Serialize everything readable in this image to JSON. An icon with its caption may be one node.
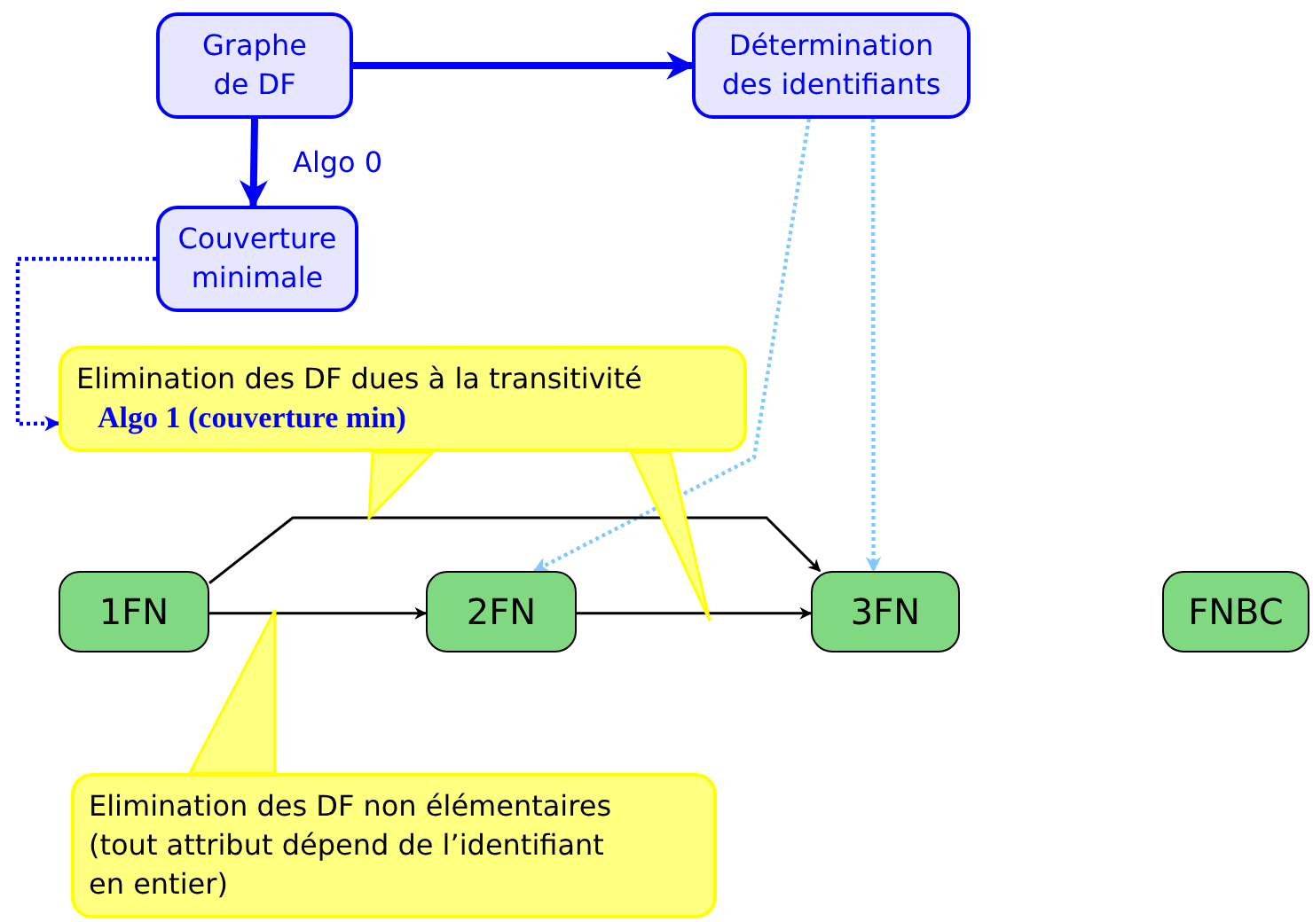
{
  "diagram": {
    "nodes": [
      {
        "text": [
          "Graphe de DF"
        ]
      },
      {
        "text": [
          "Détermination des identifiants"
        ]
      },
      {
        "text": [
          "Couverture minimale"
        ]
      },
      {
        "text": [
          "Elimination des DF dues à la transitivité",
          "Algo 1 (couverture min)"
        ]
      },
      {
        "text": [
          "1FN"
        ]
      },
      {
        "text": [
          "2FN"
        ]
      },
      {
        "text": [
          "3FN"
        ]
      },
      {
        "text": [
          "FNBC"
        ]
      },
      {
        "text": [
          "Elimination des DF non élémentaires (tout attribut dépend de l’identifiant en entier)"
        ]
      }
    ],
    "edges": [
      {
        "from": 0,
        "to": 1,
        "arrow": "to",
        "style": "thick",
        "color": "#0000ff"
      },
      {
        "from": 0,
        "to": 2,
        "arrow": "to",
        "label": "Algo 0",
        "style": "thick",
        "color": "#0000ff"
      },
      {
        "from": 2,
        "to": 3,
        "arrow": "to",
        "style": "dashed",
        "color": "#0000ff"
      },
      {
        "from": 1,
        "to": 5,
        "arrow": "to",
        "style": "dashed",
        "color": "#80c8ff"
      },
      {
        "from": 1,
        "to": 6,
        "arrow": "to",
        "style": "dashed",
        "color": "#80c8ff"
      },
      {
        "from": 4,
        "to": 5,
        "arrow": "to",
        "color": "#000000"
      },
      {
        "from": 5,
        "to": 6,
        "arrow": "to",
        "color": "#000000"
      },
      {
        "from": 4,
        "to": 6,
        "arrow": "to",
        "color": "#000000"
      },
      {
        "from": 3,
        "to": null,
        "arrow": "to",
        "color": "#ffff00"
      },
      {
        "from": 3,
        "to": null,
        "arrow": "to",
        "color": "#ffff00"
      },
      {
        "from": 8,
        "to": null,
        "arrow": "to",
        "color": "#ffff00"
      }
    ]
  }
}
